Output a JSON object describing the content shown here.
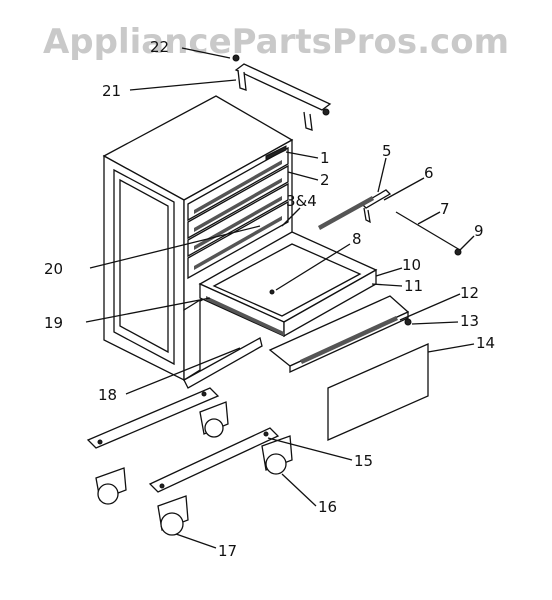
{
  "watermark": "AppliancePartsPros.com",
  "labels": {
    "l1": "1",
    "l2": "2",
    "l3": "3&4",
    "l5": "5",
    "l6": "6",
    "l7": "7",
    "l8": "8",
    "l9": "9",
    "l10": "10",
    "l11": "11",
    "l12": "12",
    "l13": "13",
    "l14": "14",
    "l15": "15",
    "l16": "16",
    "l17": "17",
    "l18": "18",
    "l19": "19",
    "l20": "20",
    "l21": "21",
    "l22": "22"
  }
}
